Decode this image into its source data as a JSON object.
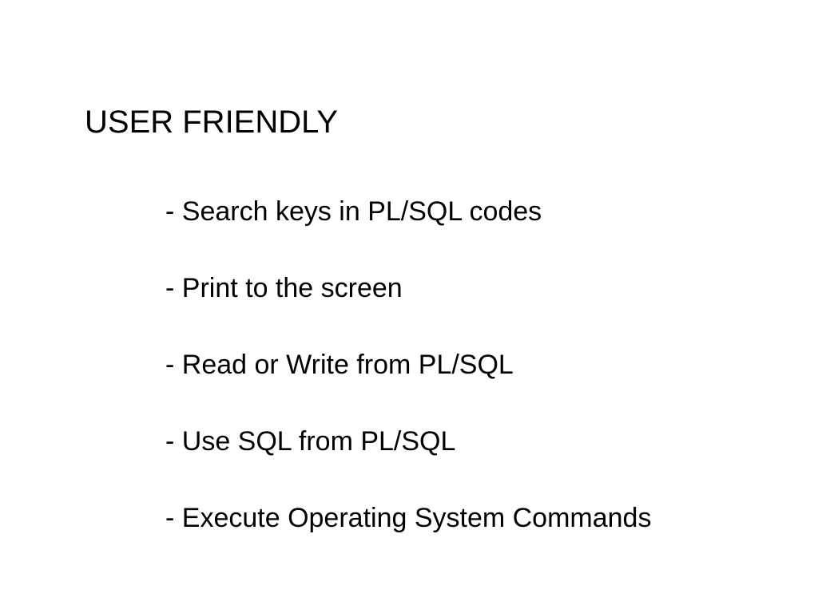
{
  "slide": {
    "title": "USER FRIENDLY",
    "bullets": [
      "- Search keys in PL/SQL codes",
      "- Print to the screen",
      "- Read or Write from PL/SQL",
      "- Use SQL from PL/SQL",
      "- Execute Operating System Commands"
    ]
  }
}
